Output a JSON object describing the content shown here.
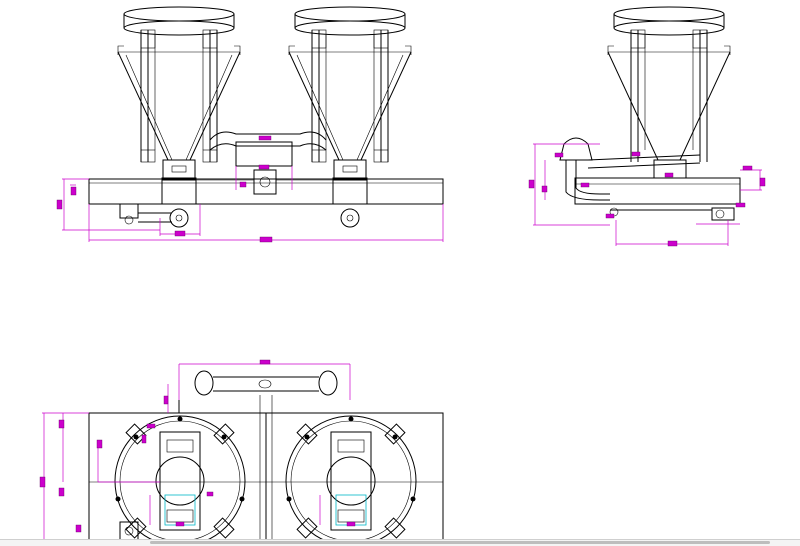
{
  "drawing": {
    "colors": {
      "line": "#000000",
      "dimension": "#cc00cc",
      "highlight": "#00b8c8",
      "background": "#ffffff"
    },
    "views": [
      "front-view",
      "side-view",
      "top-view"
    ],
    "dimension_labels_legible": false
  }
}
